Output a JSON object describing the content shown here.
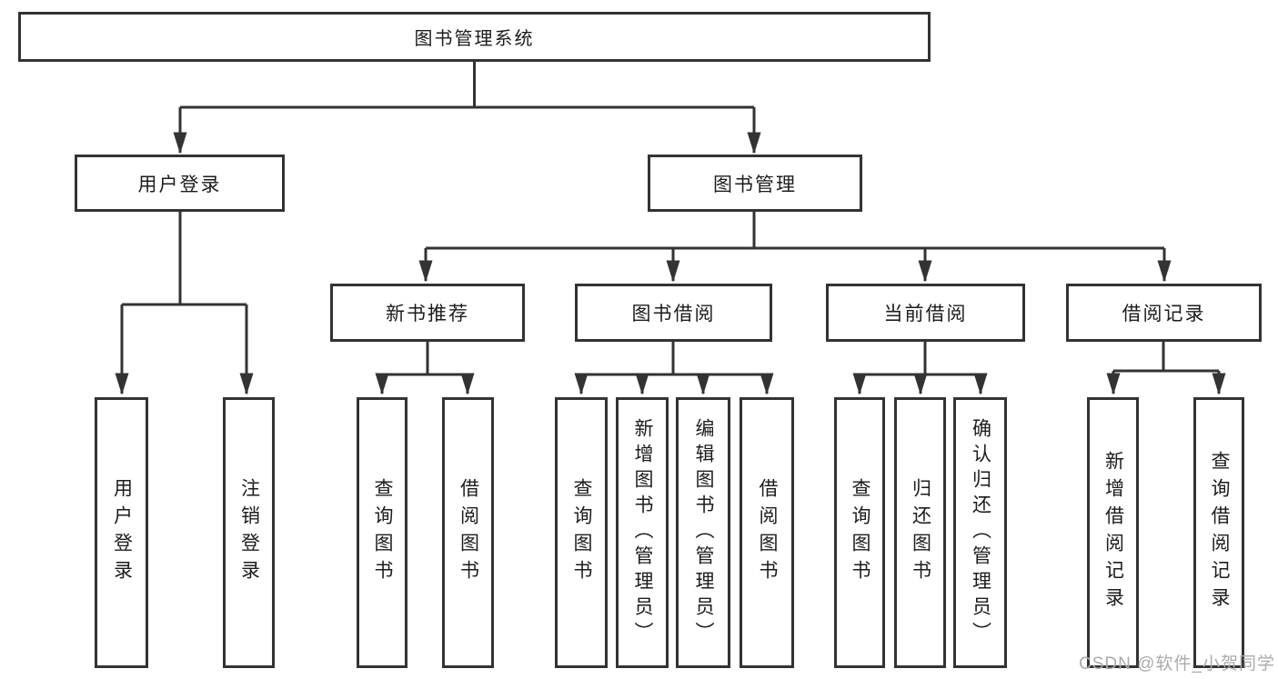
{
  "tree": {
    "label": "图书管理系统",
    "children": [
      {
        "label": "用户登录",
        "children": [
          {
            "label": "用户登录"
          },
          {
            "label": "注销登录"
          }
        ]
      },
      {
        "label": "图书管理",
        "children": [
          {
            "label": "新书推荐",
            "children": [
              {
                "label": "查询图书"
              },
              {
                "label": "借阅图书"
              }
            ]
          },
          {
            "label": "图书借阅",
            "children": [
              {
                "label": "查询图书"
              },
              {
                "label": "新增图书（管理员）"
              },
              {
                "label": "编辑图书（管理员）"
              },
              {
                "label": "借阅图书"
              }
            ]
          },
          {
            "label": "当前借阅",
            "children": [
              {
                "label": "查询图书"
              },
              {
                "label": "归还图书"
              },
              {
                "label": "确认归还（管理员）"
              }
            ]
          },
          {
            "label": "借阅记录",
            "children": [
              {
                "label": "新增借阅记录"
              },
              {
                "label": "查询借阅记录"
              }
            ]
          }
        ]
      }
    ]
  },
  "watermark": {
    "text": "CSDN @软件_小贺同学"
  },
  "colors": {
    "line": "#333333",
    "box_border": "#333333",
    "text": "#1c1c1c",
    "watermark": "#ababab",
    "background": "#ffffff"
  }
}
